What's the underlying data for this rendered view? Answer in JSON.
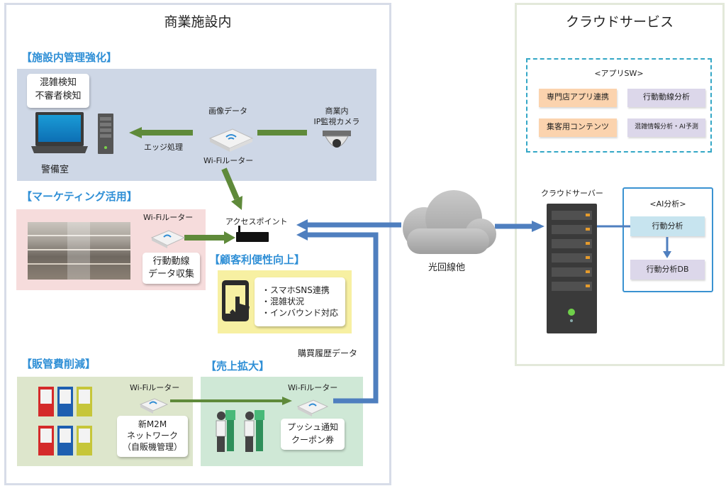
{
  "left_title": "商業施設内",
  "right_title": "クラウドサービス",
  "facility_mgmt": {
    "heading": "【施設内管理強化】",
    "detect_card": [
      "混雑検知",
      "不審者検知"
    ],
    "security_room": "警備室",
    "image_data": "画像データ",
    "edge": "エッジ処理",
    "router": "Wi-Fiルーター",
    "camera": [
      "商業内",
      "IP監視カメラ"
    ]
  },
  "marketing": {
    "heading": "【マーケティング活用】",
    "router": "Wi-Fiルーター",
    "card": [
      "行動動線",
      "データ収集"
    ]
  },
  "access_point": "アクセスポイント",
  "customer": {
    "heading": "【顧客利便性向上】",
    "items": [
      "・スマホSNS連携",
      "・混雑状況",
      "・インバウンド対応"
    ]
  },
  "purchase_history": "購買履歴データ",
  "sga": {
    "heading": "【販管費削減】",
    "router": "Wi-Fiルーター",
    "card": [
      "新M2M",
      "ネットワーク",
      "（自販機管理）"
    ]
  },
  "sales": {
    "heading": "【売上拡大】",
    "router": "Wi-Fiルーター",
    "card": [
      "プッシュ通知",
      "クーポン券"
    ]
  },
  "cloud_label": "光回線他",
  "cloud_server": "クラウドサーバー",
  "apps": {
    "heading": "<アプリSW>",
    "items": [
      "専門店アプリ連携",
      "行動動線分析",
      "集客用コンテンツ",
      "混雑情報分析・AI予測"
    ]
  },
  "ai": {
    "heading": "<AI分析>",
    "analysis": "行動分析",
    "db": "行動分析DB"
  },
  "colors": {
    "green_arrow": "#5f8a3a",
    "blue_arrow": "#4f7fbf",
    "accent_heading": "#2f8fd6"
  }
}
